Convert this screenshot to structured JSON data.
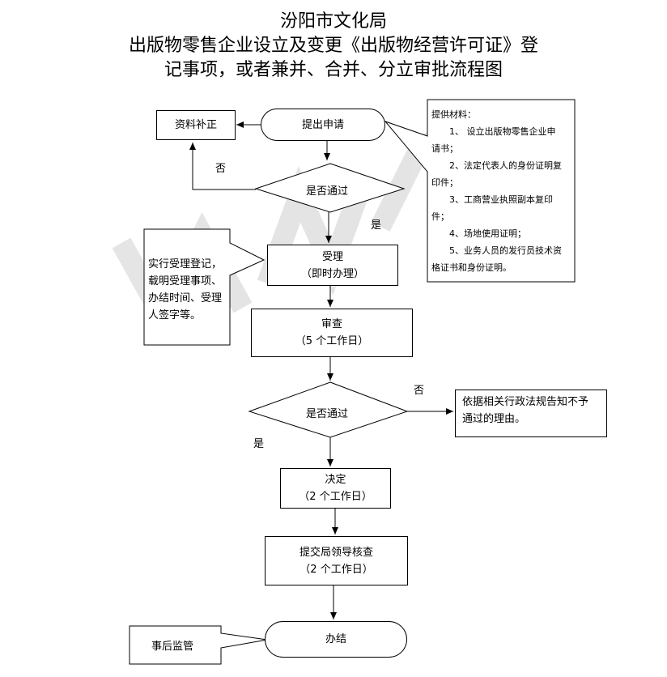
{
  "title": {
    "line1": "汾阳市文化局",
    "line2": "出版物零售企业设立及变更《出版物经营许可证》登",
    "line3": "记事项，或者兼并、合并、分立审批流程图"
  },
  "nodes": {
    "supplement": "资料补正",
    "apply": "提出申请",
    "decision1": "是否通过",
    "accept_line1": "受理",
    "accept_line2": "（即时办理）",
    "review_line1": "审查",
    "review_line2": "（5 个工作日）",
    "decision2": "是否通过",
    "decide_line1": "决定",
    "decide_line2": "（2 个工作日）",
    "leader_line1": "提交局领导核查",
    "leader_line2": "（2 个工作日）",
    "finish": "办结",
    "post_supervise": "事后监管"
  },
  "labels": {
    "no1": "否",
    "yes1": "是",
    "no2": "否",
    "yes2": "是"
  },
  "notes": {
    "accept_note": [
      "实行受理登记，",
      "载明受理事项、",
      "办结时间、受理",
      "人签字等。"
    ],
    "reject_note": [
      "依据相关行政法规告知不予",
      "通过的理由。"
    ],
    "materials_title": "提供材料：",
    "materials": [
      "1、  设立出版物零售企业申",
      "请书；",
      "2、法定代表人的身份证明复",
      "印件；",
      "3、工商营业执照副本复印",
      "件；",
      "4、场地使用证明；",
      "5、业务人员的发行员技术资",
      "格证书和身份证明。"
    ]
  }
}
